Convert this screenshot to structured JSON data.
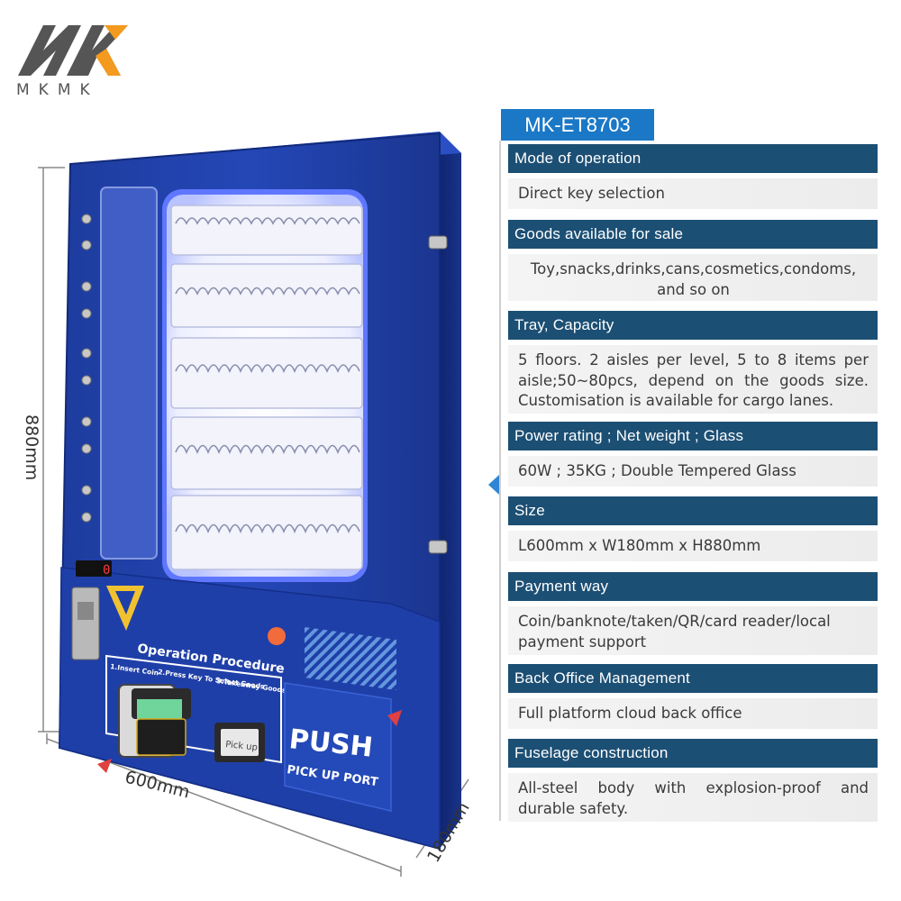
{
  "brand": {
    "name": "MKMK"
  },
  "dimensions": {
    "height": "880mm",
    "width": "600mm",
    "depth": "180mm"
  },
  "machine": {
    "panel_title": "Operation Procedure",
    "steps": [
      "1.Insert Coin",
      "2.Press Key To Select Goods",
      "3.Takeaway Goods"
    ],
    "pickup_label": "Pick up",
    "push_label": "PUSH",
    "port_label": "PICK UP PORT",
    "counter_digit": "0"
  },
  "model": "MK-ET8703",
  "specs": [
    {
      "title": "Mode of operation",
      "value": "Direct key selection"
    },
    {
      "title": "Goods available for sale",
      "value": "Toy,snacks,drinks,cans,cosmetics,condoms, and so on"
    },
    {
      "title": "Tray, Capacity",
      "value": "5 floors. 2 aisles per level, 5 to 8 items per aisle;50~80pcs, depend on the goods size. Customisation is available for cargo lanes."
    },
    {
      "title": "Power rating ; Net weight ; Glass",
      "value": "60W ; 35KG ; Double Tempered Glass"
    },
    {
      "title": "Size",
      "value": "L600mm x W180mm x H880mm"
    },
    {
      "title": "Payment way",
      "value": "Coin/banknote/taken/QR/card reader/local payment support"
    },
    {
      "title": "Back Office Management",
      "value": "Full platform cloud back office"
    },
    {
      "title": "Fuselage construction",
      "value": "All-steel body with explosion-proof and durable safety."
    }
  ],
  "colors": {
    "header_bg": "#1c4f74",
    "model_tag_bg": "#1b78c6",
    "machine_blue": "#1f3fa8",
    "logo_orange": "#f39a1f",
    "logo_gray": "#555555"
  }
}
